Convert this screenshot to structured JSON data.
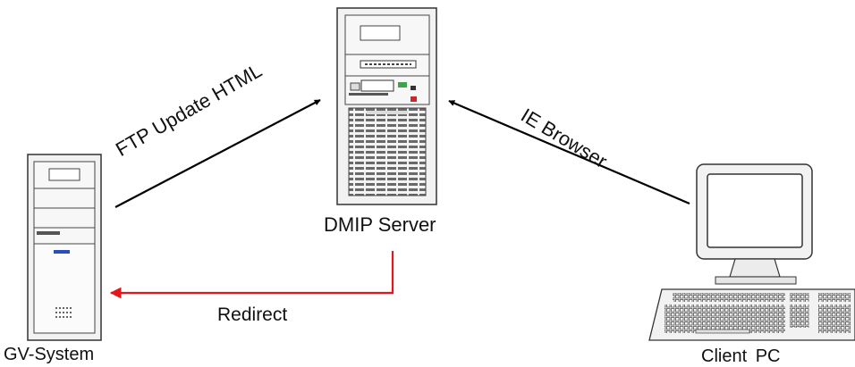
{
  "nodes": {
    "dmip_server": {
      "label": "DMIP Server",
      "icon": "tower-server-icon"
    },
    "gv_system": {
      "label": "GV-System",
      "icon": "tower-pc-icon"
    },
    "client_pc": {
      "label": "Client  PC",
      "icon": "desktop-pc-icon"
    }
  },
  "edges": {
    "ftp_update": {
      "label": "FTP Update HTML",
      "from": "GV-System",
      "to": "DMIP Server",
      "color": "#000000"
    },
    "ie_browser": {
      "label": "IE Browser",
      "from": "Client  PC",
      "to": "DMIP Server",
      "color": "#000000"
    },
    "redirect": {
      "label": "Redirect",
      "from": "DMIP Server",
      "to": "GV-System",
      "color": "#e8141c"
    }
  },
  "colors": {
    "device_fill": "#f2f2f2",
    "device_stroke": "#333333",
    "vent": "#6a6a6a",
    "badge": "#2b4db8",
    "indicator": "#d0262a",
    "indicator_green": "#3ea34a"
  }
}
